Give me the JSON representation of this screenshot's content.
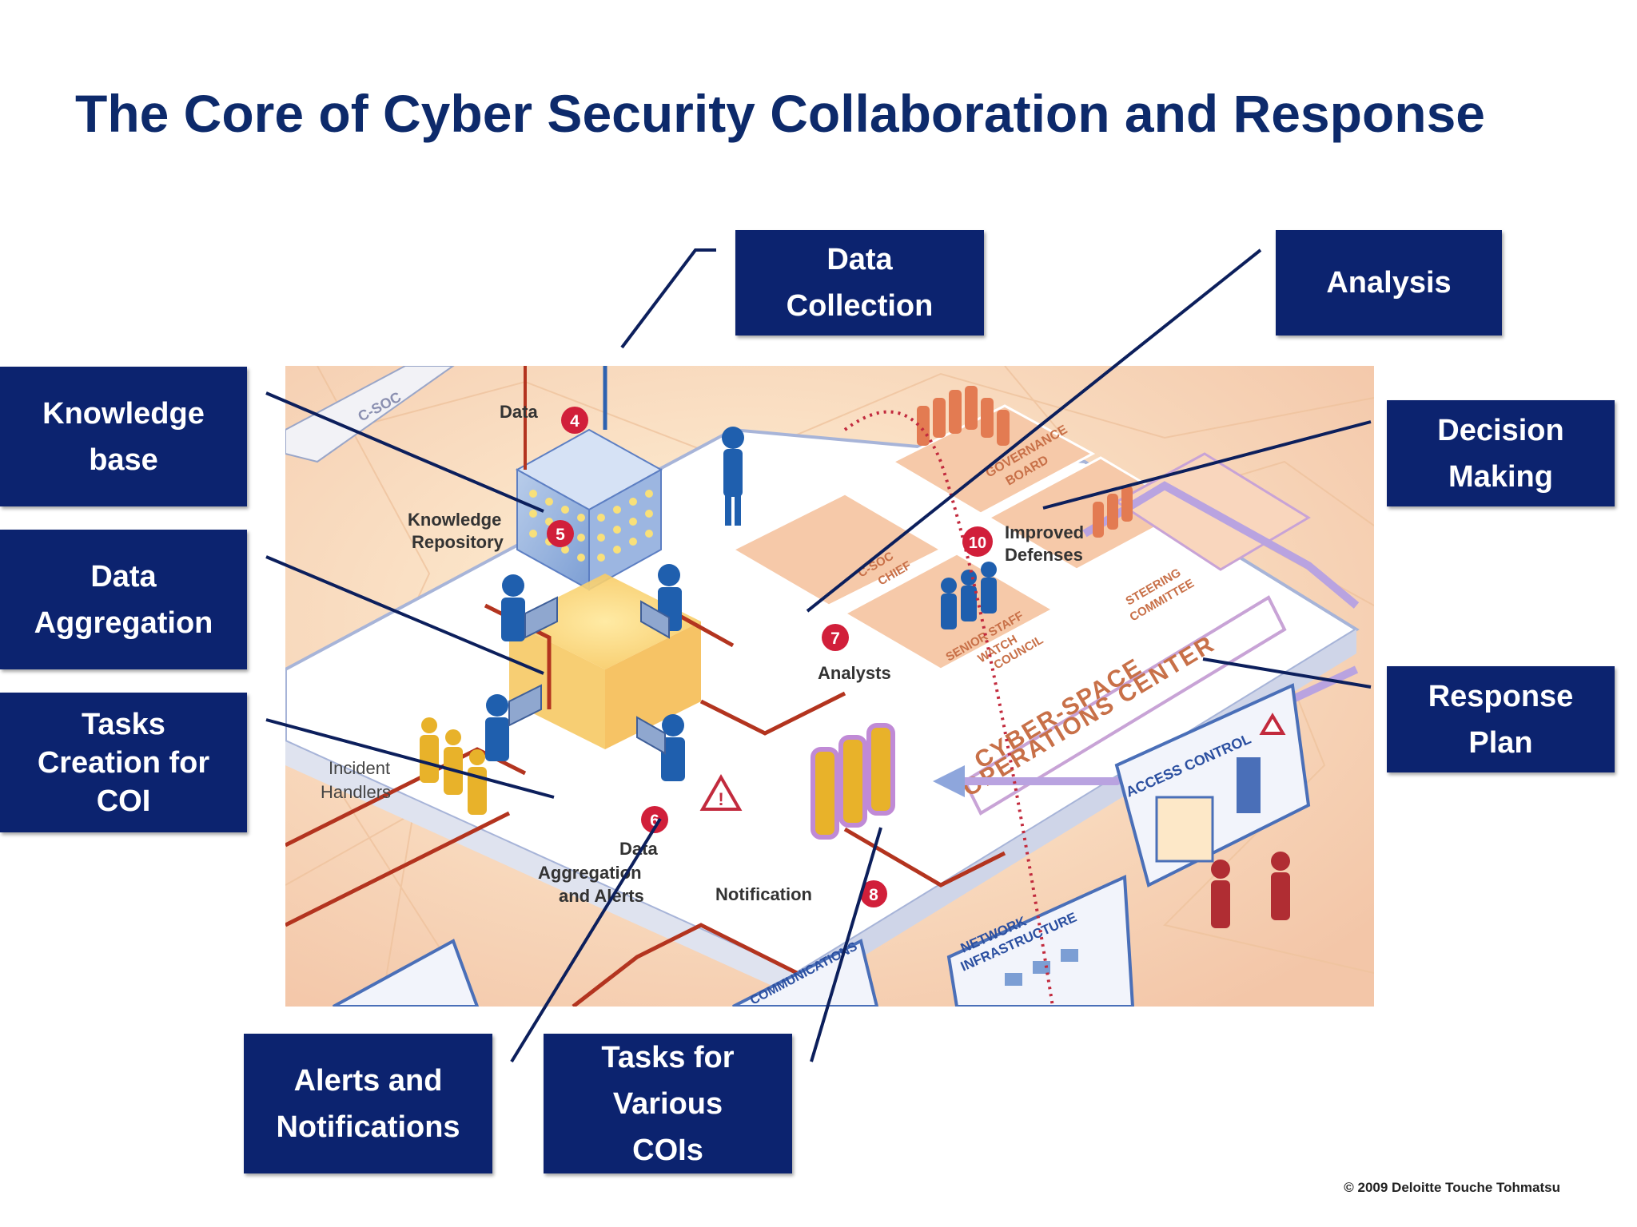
{
  "title": "The Core of Cyber Security Collaboration and Response",
  "labels": {
    "data_collection": [
      "Data",
      "Collection"
    ],
    "analysis": [
      "Analysis"
    ],
    "knowledge_base": [
      "Knowledge",
      "base"
    ],
    "decision_making": [
      "Decision",
      "Making"
    ],
    "data_aggregation": [
      "Data",
      "Aggregation"
    ],
    "response_plan": [
      "Response",
      "Plan"
    ],
    "tasks_creation": [
      "Tasks",
      "Creation for",
      "COI"
    ],
    "alerts_notifications": [
      "Alerts and",
      "Notifications"
    ],
    "tasks_various": [
      "Tasks for",
      "Various",
      "COIs"
    ]
  },
  "illustration": {
    "c_soc": "C-SOC",
    "data_4": "Data",
    "knowledge_repository": [
      "Knowledge",
      "Repository"
    ],
    "improved_defenses": [
      "Improved",
      "Defenses"
    ],
    "analysts": "Analysts",
    "incident_handlers": [
      "Incident",
      "Handlers"
    ],
    "data_aggregation_alerts": [
      "Data",
      "Aggregation",
      "and Alerts"
    ],
    "notification": "Notification",
    "governance_board": [
      "GOVERNANCE",
      "BOARD"
    ],
    "steering_committee": [
      "STEERING",
      "COMMITTEE"
    ],
    "senior_staff": [
      "SENIOR STAFF",
      "WATCH",
      "COUNCIL"
    ],
    "chief": [
      "C-SOC",
      "CHIEF"
    ],
    "operations_center": [
      "CYBER-SPACE",
      "OPERATIONS CENTER"
    ],
    "access_control": "ACCESS CONTROL",
    "network_infrastructure": [
      "NETWORK",
      "INFRASTRUCTURE"
    ],
    "communications": "COMMUNICATIONS",
    "numbers": [
      "4",
      "5",
      "6",
      "7",
      "8",
      "10"
    ],
    "colors": {
      "navy": "#0c236f",
      "badge_red": "#d11f3a",
      "figure_blue": "#1f5fae",
      "figure_orange": "#e8b22a",
      "pipe_red": "#b3341f"
    }
  },
  "copyright": "© 2009 Deloitte Touche Tohmatsu"
}
